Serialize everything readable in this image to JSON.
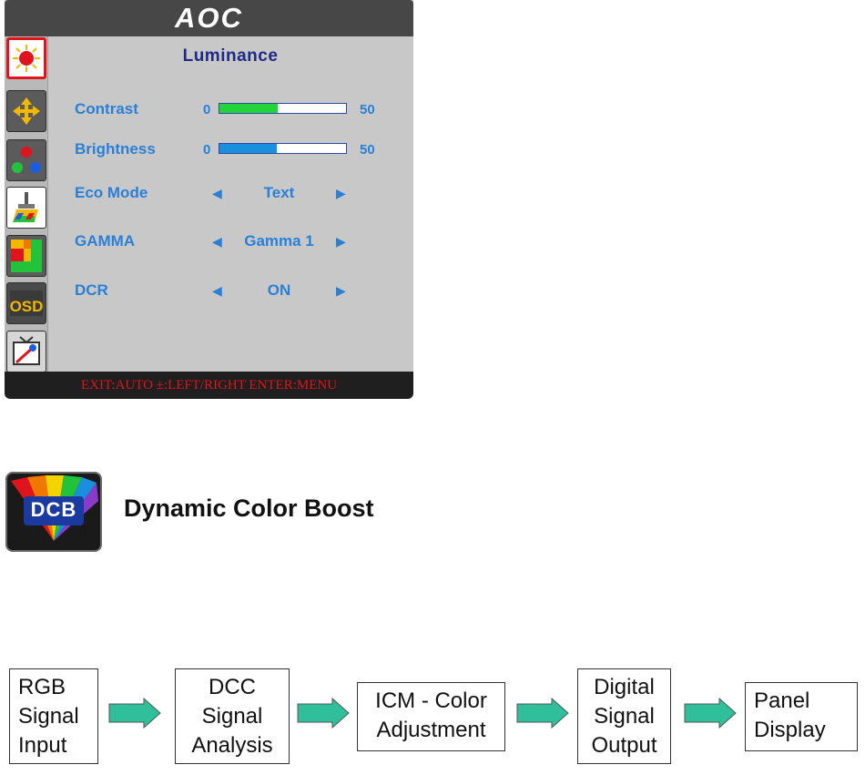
{
  "osd": {
    "brand": "AOC",
    "title": "Luminance",
    "sidebar_icons": [
      "luminance-icon",
      "image-setup-icon",
      "color-setup-icon",
      "picture-boost-icon",
      "osd-setup-icon-blocks",
      "osd-setup-icon",
      "extra-icon"
    ],
    "rows": {
      "contrast": {
        "label": "Contrast",
        "min": "0",
        "max": "50",
        "fill": 0.46,
        "fill_color": "#22d43a"
      },
      "brightness": {
        "label": "Brightness",
        "min": "0",
        "max": "50",
        "fill": 0.45,
        "fill_color": "#1a8fe0"
      },
      "eco_mode": {
        "label": "Eco Mode",
        "value": "Text"
      },
      "gamma": {
        "label": "GAMMA",
        "value": "Gamma 1"
      },
      "dcr": {
        "label": "DCR",
        "value": "ON"
      }
    },
    "footer": "EXIT:AUTO  ±:LEFT/RIGHT  ENTER:MENU",
    "colors": {
      "label": "#2a7fd6",
      "title": "#1e2a86",
      "footer": "#e0141c",
      "active_border": "#e0141c"
    }
  },
  "dcb": {
    "logo_text": "DCB",
    "title": "Dynamic Color Boost"
  },
  "flow": {
    "boxes": [
      {
        "lines": [
          "RGB",
          "Signal",
          "Input"
        ]
      },
      {
        "lines": [
          "DCC",
          "Signal",
          "Analysis"
        ]
      },
      {
        "lines": [
          "ICM - Color",
          "Adjustment"
        ]
      },
      {
        "lines": [
          "Digital",
          "Signal",
          "Output"
        ]
      },
      {
        "lines": [
          "Panel",
          "Display"
        ]
      }
    ],
    "arrow_color": "#2fbf9a"
  }
}
